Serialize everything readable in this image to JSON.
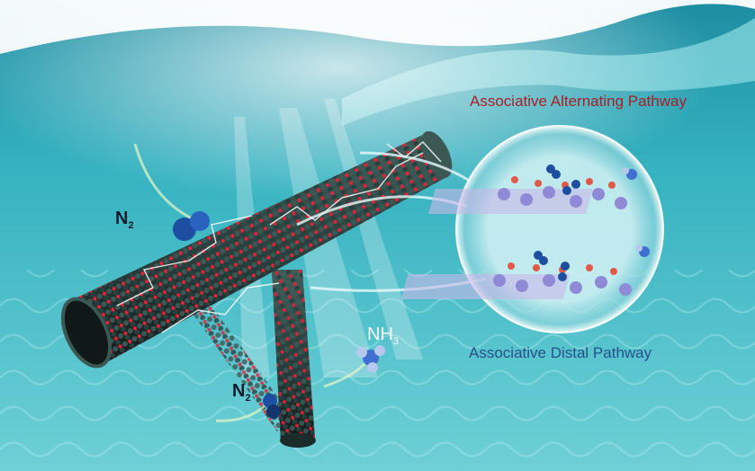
{
  "labels": {
    "associative_alternating": "Associative Alternating Pathway",
    "associative_distal": "Associative Distal Pathway",
    "n2_left": {
      "main": "N",
      "sub": "2"
    },
    "n2_bottom": {
      "main": "N",
      "sub": "2"
    },
    "nh3": {
      "main": "NH",
      "sub": "3"
    }
  },
  "colors": {
    "water": "#2aa3b2",
    "sky": "#eef7f8",
    "tube_atom": "#2f4a48",
    "dopant_atom": "#e0283a",
    "n_atom": "#1e4ea0",
    "catalyst_atom": "#8f8ad6",
    "alternating_text": "#a3222a",
    "distal_text": "#25508a"
  },
  "objects": [
    "carbon-nanotube-main",
    "carbon-nanotube-vertical",
    "carbon-nanotube-back",
    "zoom-bubble",
    "n2-molecule",
    "nh3-molecule"
  ]
}
